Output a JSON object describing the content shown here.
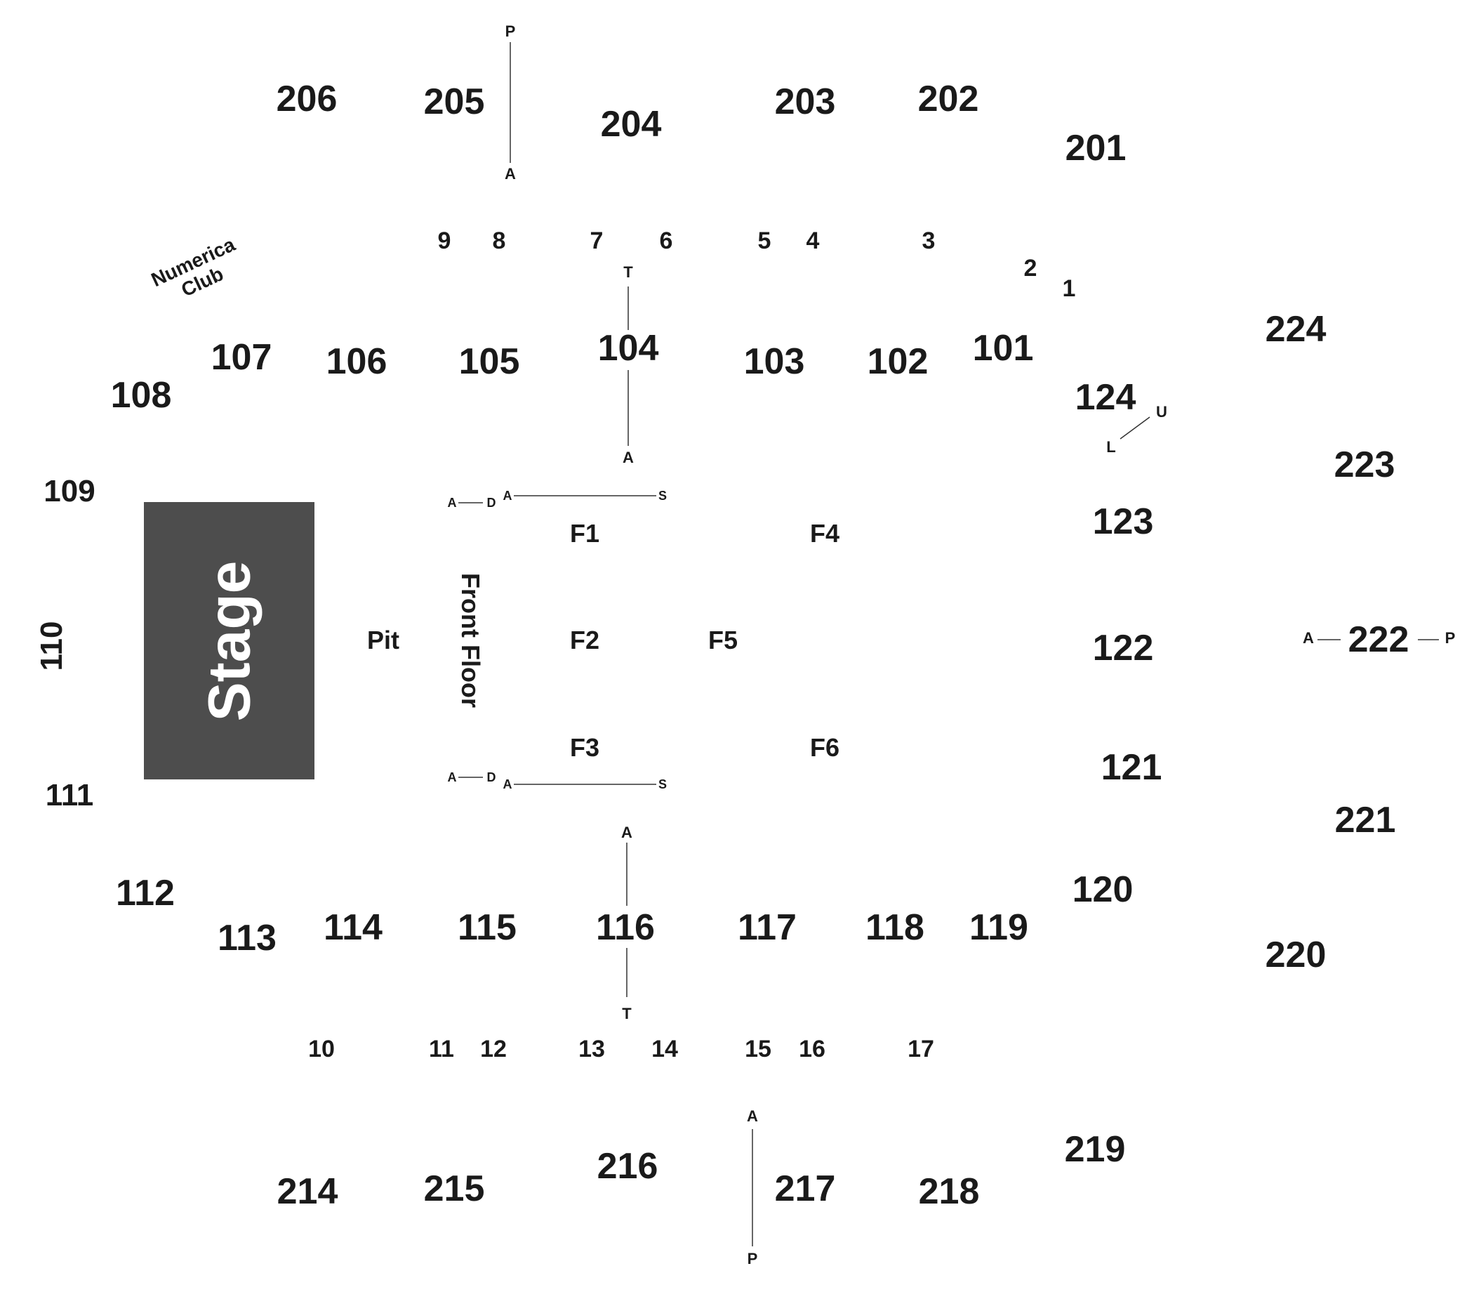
{
  "stage": {
    "label": "Stage"
  },
  "club": {
    "line1": "Numerica",
    "line2": "Club"
  },
  "floor": {
    "pit": "Pit",
    "front_floor": "Front Floor",
    "sections": [
      "F1",
      "F2",
      "F3",
      "F4",
      "F5",
      "F6"
    ]
  },
  "sections_100": [
    "101",
    "102",
    "103",
    "104",
    "105",
    "106",
    "107",
    "108",
    "109",
    "110",
    "111",
    "112",
    "113",
    "114",
    "115",
    "116",
    "117",
    "118",
    "119",
    "120",
    "121",
    "122",
    "123",
    "124"
  ],
  "sections_200": [
    "201",
    "202",
    "203",
    "204",
    "205",
    "206",
    "214",
    "215",
    "216",
    "217",
    "218",
    "219",
    "220",
    "221",
    "222",
    "223",
    "224"
  ],
  "row_labels": [
    "1",
    "2",
    "3",
    "4",
    "5",
    "6",
    "7",
    "8",
    "9",
    "10",
    "11",
    "12",
    "13",
    "14",
    "15",
    "16",
    "17"
  ],
  "range_markers": {
    "top_205": {
      "top": "P",
      "bottom": "A"
    },
    "s104": {
      "top": "T",
      "bottom": "A"
    },
    "s116": {
      "top": "A",
      "bottom": "T"
    },
    "s217": {
      "top": "A",
      "bottom": "P"
    },
    "s222": {
      "left": "A",
      "right": "P"
    },
    "s124": {
      "upper": "U",
      "lower": "L"
    },
    "floor_top": {
      "ad_left": "A",
      "ad_right": "D",
      "as_left": "A",
      "as_right": "S"
    },
    "floor_bottom": {
      "ad_left": "A",
      "ad_right": "D",
      "as_left": "A",
      "as_right": "S"
    }
  }
}
